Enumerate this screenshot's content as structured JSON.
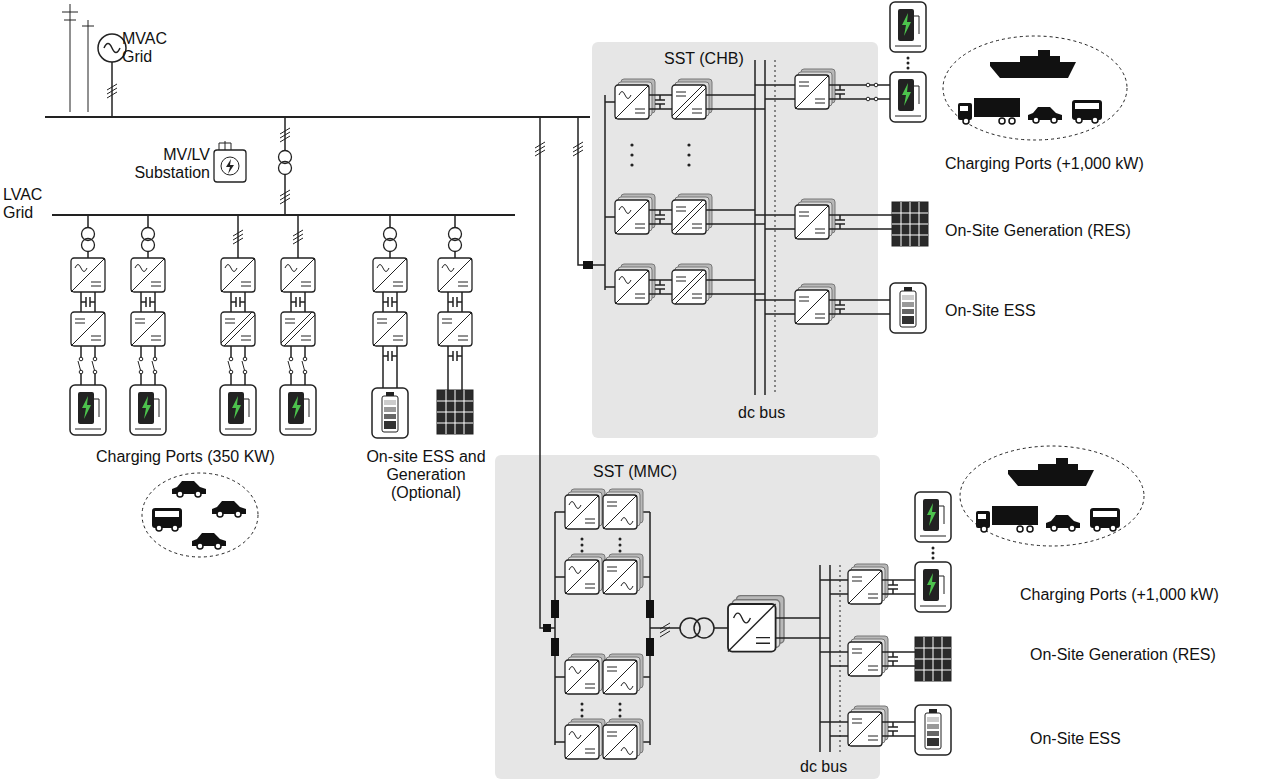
{
  "diagram": {
    "nodes": [
      {
        "text": [
          "SST (CHB)"
        ]
      },
      {
        "text": [
          "SST (MMC)"
        ]
      }
    ],
    "labels": [
      "MVAC Grid",
      "MV/LV Substation",
      "LVAC Grid",
      "Charging Ports (350 KW)",
      "On-site ESS and Generation (Optional)",
      "dc bus",
      "Charging Ports (+1,000 kW)",
      "On-Site Generation (RES)",
      "On-Site ESS",
      "dc bus",
      "Charging Ports (+1,000 kW)",
      "On-Site Generation (RES)",
      "On-Site ESS"
    ]
  }
}
